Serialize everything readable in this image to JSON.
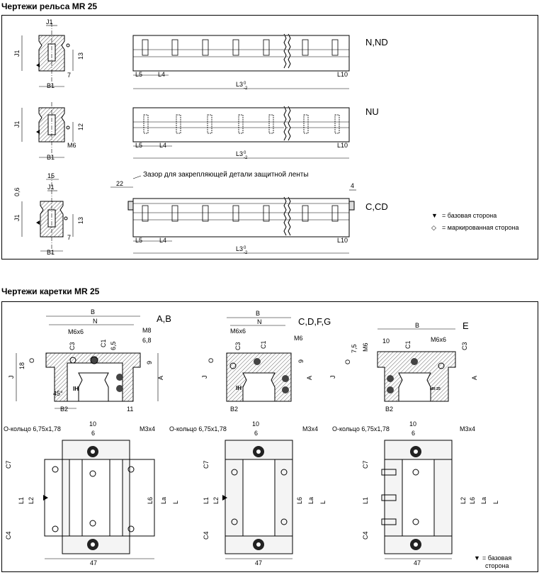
{
  "section_rail": {
    "title": "Чертежи рельса MR 25"
  },
  "section_carriage": {
    "title": "Чертежи каретки MR 25"
  },
  "rails": [
    {
      "variant": "N,ND",
      "dims": {
        "top": "J1",
        "left": "J1",
        "right": "13",
        "bottom": "7",
        "width": "B1"
      }
    },
    {
      "variant": "NU",
      "dims": {
        "left": "J1",
        "right": "12",
        "bottom": "M6",
        "width": "B1"
      }
    },
    {
      "variant": "C,CD",
      "dims": {
        "top": "15",
        "top2": "J1",
        "left_top": "0,6",
        "left": "J1",
        "right": "13",
        "bottom": "7",
        "width": "B1"
      }
    }
  ],
  "rail_side": {
    "l5": "L5",
    "l4": "L4",
    "l10": "L10",
    "l3": "L3",
    "l3_tol_top": "0",
    "l3_tol_bottom": "-2"
  },
  "rail_c": {
    "gap_note": "Зазор для закрепляющей детали защитной ленты",
    "left_dim": "22",
    "right_dim": "4"
  },
  "legend": {
    "base_side": {
      "symbol": "▼",
      "text": "= базовая сторона"
    },
    "marked_side": {
      "symbol": "◇",
      "text": "= маркированная сторона"
    }
  },
  "carriages": [
    {
      "variant": "A,B",
      "front": {
        "b": "B",
        "n": "N",
        "m6x6": "M6x6",
        "m8": "M8",
        "d68": "6,8",
        "c3": "C3",
        "c1": "C1",
        "d65": "6,5",
        "d18": "18",
        "o": "O",
        "d9": "9",
        "j": "J",
        "a": "A",
        "b2": "B2",
        "d11": "11",
        "angle": "45°"
      },
      "top": {
        "oring": "О-кольцо 6,75x1,78",
        "m3x4": "M3x4",
        "d10": "10",
        "d6": "6",
        "c7": "C7",
        "l1": "L1",
        "l2": "L2",
        "l6": "L6",
        "la": "La",
        "l": "L",
        "c4": "C4",
        "d47": "47"
      }
    },
    {
      "variant": "C,D,F,G",
      "front": {
        "b": "B",
        "n": "N",
        "m6x6": "M6x6",
        "m6": "M6",
        "c3": "C3",
        "c1": "C1",
        "o": "O",
        "d9": "9",
        "j": "J",
        "a": "A",
        "b2": "B2"
      },
      "top": {
        "oring": "О-кольцо 6,75x1,78",
        "m3x4": "M3x4",
        "d10": "10",
        "d6": "6",
        "c7": "C7",
        "l1": "L1",
        "l2": "L2",
        "l6": "L6",
        "la": "La",
        "l": "L",
        "c4": "C4",
        "d47": "47"
      }
    },
    {
      "variant": "E",
      "front": {
        "b": "B",
        "m6x6": "M6x6",
        "m6": "M6",
        "d75": "7,5",
        "d10": "10",
        "c1": "C1",
        "c3": "C3",
        "o": "O",
        "j": "J",
        "a": "A",
        "b2": "B2",
        "mark": "MR 25"
      },
      "top": {
        "oring": "О-кольцо 6,75x1,78",
        "m3x4": "M3x4",
        "d10": "10",
        "d6": "6",
        "c7": "C7",
        "l1": "L1",
        "l2": "L2",
        "l6": "L6",
        "la": "La",
        "l": "L",
        "c4": "C4",
        "d47": "47"
      }
    }
  ],
  "footer_legend": {
    "symbol": "▼",
    "text_line1": "= базовая",
    "text_line2": "сторона"
  }
}
